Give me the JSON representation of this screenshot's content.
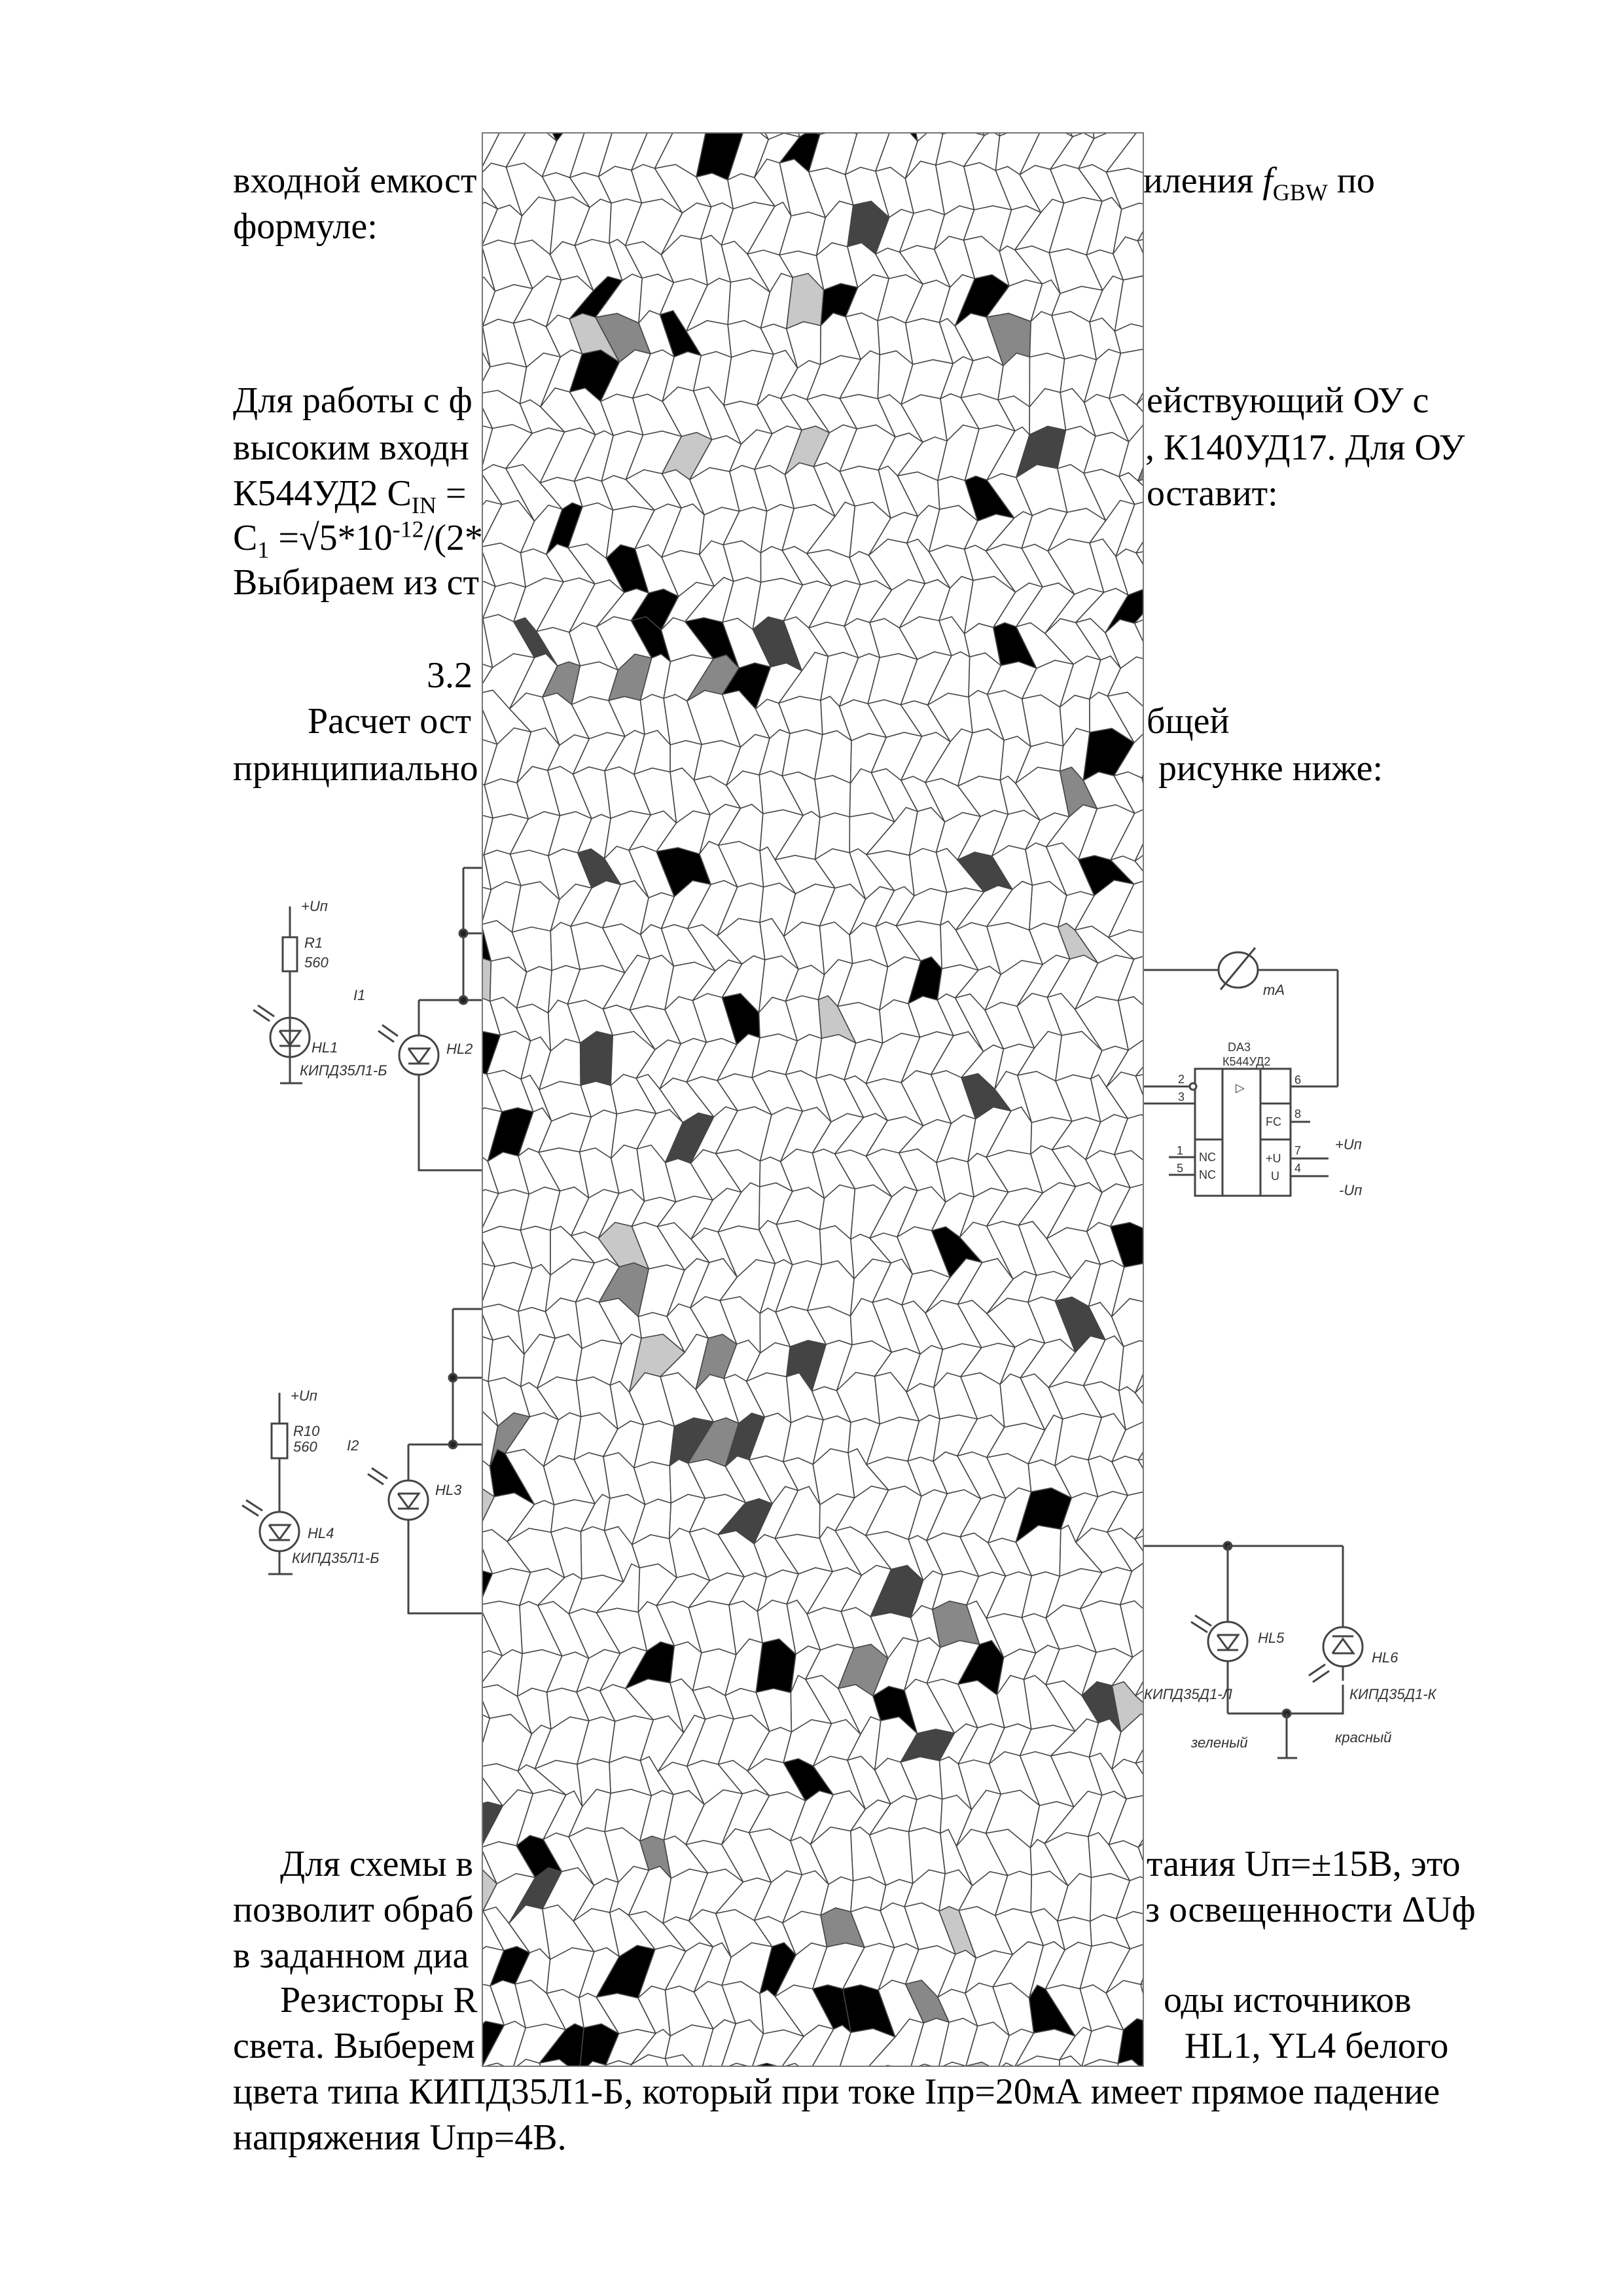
{
  "document": {
    "paragraph_1": {
      "line_1_left": "входной емкост",
      "line_1_right_prefix": "силения ",
      "line_1_right_symbol": "f",
      "line_1_right_symbol_sub": "GBW",
      "line_1_right_suffix": " по",
      "line_2_left": "формуле:"
    },
    "paragraph_2": {
      "line_1_left": "Для работы с ф",
      "line_1_right": "ействующий ОУ с",
      "line_2_left": "высоким входн",
      "line_2_right": ", К140УД17. Для ОУ",
      "line_3_left_prefix": "К544УД2 C",
      "line_3_left_sub": "IN",
      "line_3_left_suffix": " =",
      "line_3_right": "оставит:",
      "line_4_left_prefix": "C",
      "line_4_left_sub": "1",
      "line_4_left_mid": " =√5*10",
      "line_4_left_sup": "-12",
      "line_4_left_suffix": "/(2*",
      "line_5_left": "Выбираем из ст"
    },
    "section": {
      "number": "3.2"
    },
    "paragraph_3": {
      "line_1_left": "Расчет ост",
      "line_1_right": "бщей",
      "line_2_left": "принципиально",
      "line_2_right": "рисунке ниже:"
    },
    "paragraph_4": {
      "line_1_left": "Для схемы в",
      "line_1_right": "тания Uп=±15В, это",
      "line_2_left": "позволит обраб",
      "line_2_right": "з освещенности ΔUф",
      "line_3_left": "в заданном диа"
    },
    "paragraph_5": {
      "line_1_left": "Резисторы R",
      "line_1_right": "оды источников",
      "line_2_left": "света. Выберем",
      "line_2_right": "HL1, YL4 белого",
      "line_3": "цвета типа КИПД35Л1-Б, который при токе Iпр=20мА имеет прямое падение",
      "line_4": "напряжения Uпр=4В."
    }
  },
  "schematic": {
    "upper": {
      "supply_label": "+Uп",
      "resistor_ref": "R1",
      "resistor_value": "560",
      "current_label": "I1",
      "emitter_ref": "HL1",
      "emitter_part": "КИПД35Л1-Б",
      "photodiode_ref": "HL2",
      "meter_unit": "mA",
      "opamp_ref": "DA3",
      "opamp_part": "К544УД2",
      "opamp_symbol": "▷",
      "pin_inv": "2",
      "pin_noninv": "3",
      "pin_out": "6",
      "pin_nc1": "1",
      "pin_nc2": "5",
      "pin_fc": "8",
      "pin_vplus": "7",
      "pin_vminus": "4",
      "label_nc": "NC",
      "label_fc": "FC",
      "label_vplus": "+U",
      "label_vminus": "U",
      "supply_pos": "+Uп",
      "supply_neg": "-Uп"
    },
    "lower": {
      "supply_label": "+Uп",
      "resistor_ref": "R10",
      "resistor_value": "560",
      "current_label": "I2",
      "emitter_ref": "HL4",
      "emitter_part": "КИПД35Л1-Б",
      "photodiode_ref": "HL3",
      "led_green_ref": "HL5",
      "led_green_part": "КИПД35Д1-Л",
      "led_green_color": "зеленый",
      "led_red_ref": "HL6",
      "led_red_part": "КИПД35Д1-К",
      "led_red_color": "красный"
    }
  },
  "overlay": {
    "type": "voronoi-mosaic",
    "palette": {
      "cell_fill": "#ffffff",
      "edge": "#444444",
      "dark": "#000000",
      "mid_dark": "#444444",
      "mid": "#888888",
      "light": "#c8c8c8"
    }
  }
}
